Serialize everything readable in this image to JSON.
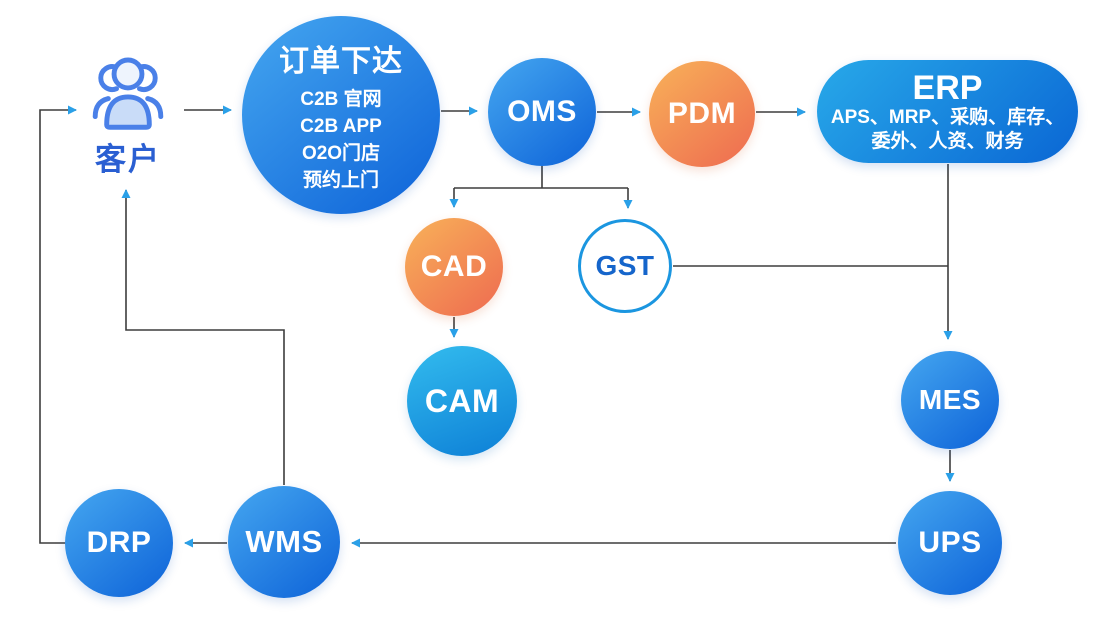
{
  "diagram": {
    "customer": {
      "label": "客户"
    },
    "order": {
      "title": "订单下达",
      "items": [
        "C2B 官网",
        "C2B APP",
        "O2O门店",
        "预约上门"
      ]
    },
    "oms": {
      "label": "OMS"
    },
    "pdm": {
      "label": "PDM"
    },
    "erp": {
      "title": "ERP",
      "lines": [
        "APS、MRP、采购、库存、",
        "委外、人资、财务"
      ]
    },
    "cad": {
      "label": "CAD"
    },
    "gst": {
      "label": "GST"
    },
    "cam": {
      "label": "CAM"
    },
    "mes": {
      "label": "MES"
    },
    "ups": {
      "label": "UPS"
    },
    "wms": {
      "label": "WMS"
    },
    "drp": {
      "label": "DRP"
    }
  },
  "colors": {
    "blue_gradient_start": "#45a7f0",
    "blue_gradient_end": "#0d62d8",
    "cyan_gradient_start": "#33bcee",
    "cyan_gradient_end": "#0d7fd6",
    "orange_gradient_start": "#f8b259",
    "orange_gradient_end": "#ee6a50",
    "erp_gradient_start": "#28a9e9",
    "erp_gradient_end": "#0a66d4",
    "gst_border": "#1b96e0",
    "gst_text": "#1565cb",
    "customer_text": "#2a5fd2",
    "customer_icon_stroke": "#4a80e8",
    "customer_icon_fill": "#c9dcf8",
    "connector_line": "#3d3d3d",
    "arrowhead": "#2aa0e8"
  }
}
